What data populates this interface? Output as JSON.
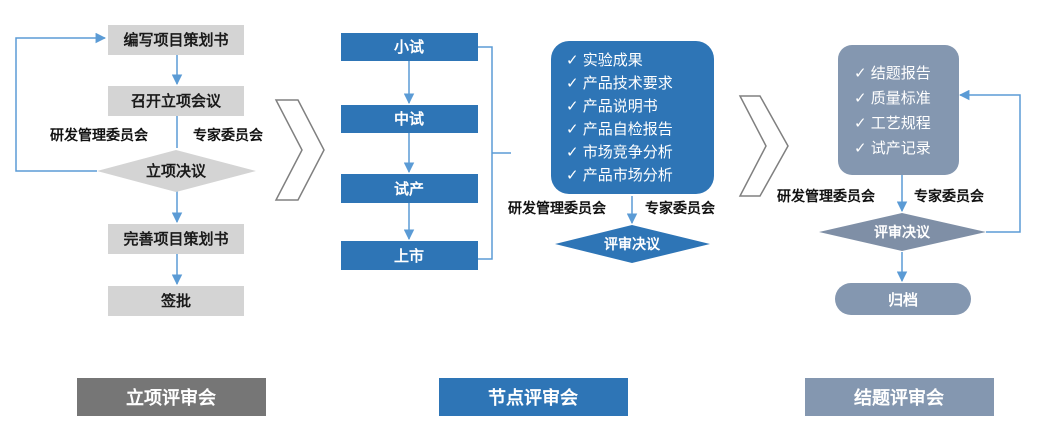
{
  "colors": {
    "gray_box": "#D4D4D4",
    "blue": "#2E75B6",
    "slate": "#8497B0",
    "slate_dark": "#7F8FA6",
    "footer_gray": "#767676",
    "arrow_line": "#5B9BD5"
  },
  "stage1": {
    "steps": [
      "编写项目策划书",
      "召开立项会议",
      "完善项目策划书",
      "签批"
    ],
    "decision": "立项决议",
    "committee_left": "研发管理委员会",
    "committee_right": "专家委员会"
  },
  "stage2": {
    "steps": [
      "小试",
      "中试",
      "试产",
      "上市"
    ],
    "deliverables": [
      "✓ 实验成果",
      "✓ 产品技术要求",
      "✓ 产品说明书",
      "✓ 产品自检报告",
      "✓ 市场竞争分析",
      "✓ 产品市场分析"
    ],
    "decision": "评审决议",
    "committee_left": "研发管理委员会",
    "committee_right": "专家委员会"
  },
  "stage3": {
    "deliverables": [
      "✓ 结题报告",
      "✓ 质量标准",
      "✓ 工艺规程",
      "✓ 试产记录"
    ],
    "decision": "评审决议",
    "archive": "归档",
    "committee_left": "研发管理委员会",
    "committee_right": "专家委员会"
  },
  "footer": [
    "立项评审会",
    "节点评审会",
    "结题评审会"
  ]
}
